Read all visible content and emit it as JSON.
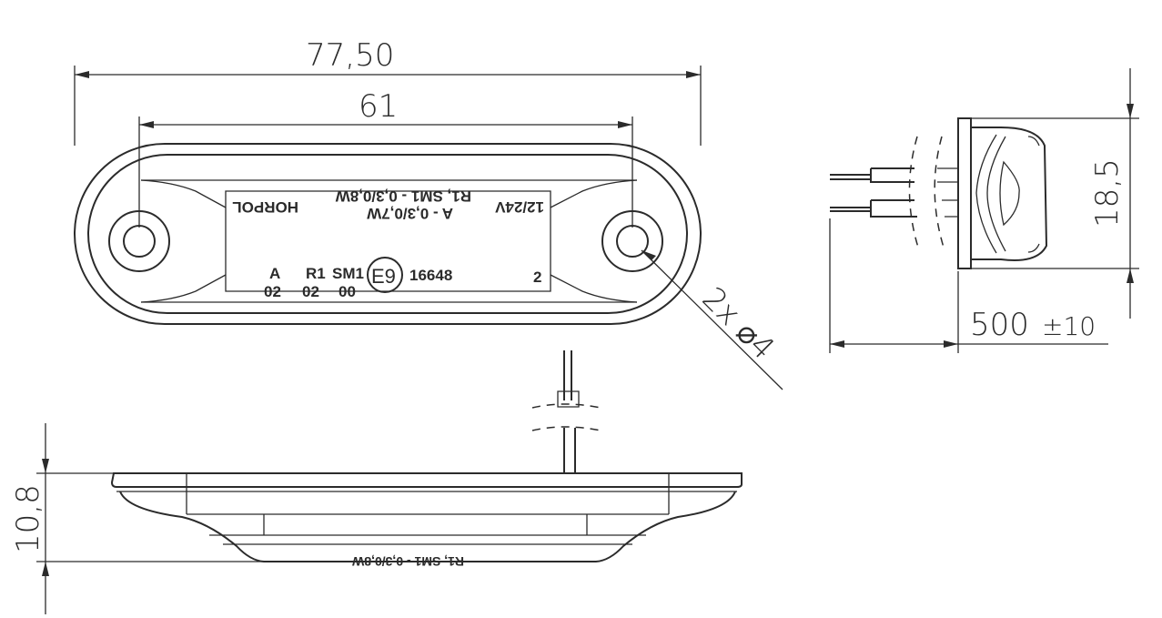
{
  "dimensions": {
    "overall_length": "77,50",
    "hole_spacing": "61",
    "holes": "2x ⌀4",
    "side_height": "18,5",
    "cable_length": "500",
    "cable_tolerance": "±10",
    "bottom_height": "10,8"
  },
  "markings": {
    "brand": "HORPOL",
    "line1": "R1, SM1 - 0,3/0,8W",
    "line2": "A - 0,3/0,7W",
    "voltage": "12/24V",
    "codes": [
      "A",
      "R1",
      "SM1"
    ],
    "code_versions": [
      "02",
      "02",
      "00"
    ],
    "approval_mark": "E9",
    "approval_number": "16648",
    "index": "2",
    "bottom_text": "R1, SM1 - 0,3/0,8W"
  }
}
